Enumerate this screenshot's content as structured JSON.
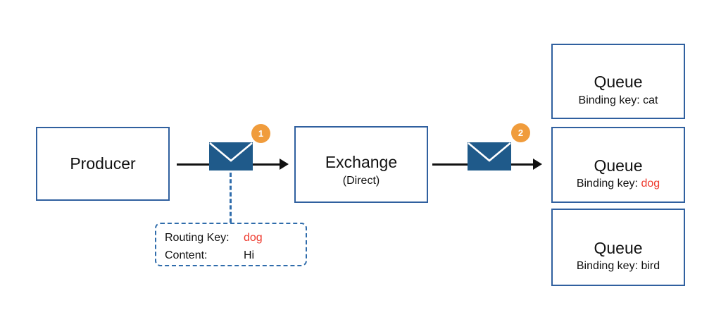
{
  "colors": {
    "box_border": "#30609f",
    "envelope_fill": "#1f5a8a",
    "badge_bg": "#f09c3c",
    "accent_red": "#ee3a2e",
    "dashed_blue": "#2f6cab",
    "line_black": "#111111"
  },
  "producer": {
    "label": "Producer"
  },
  "exchange": {
    "label": "Exchange",
    "sublabel": "(Direct)"
  },
  "messages": [
    {
      "badge": "1"
    },
    {
      "badge": "2"
    }
  ],
  "queues": [
    {
      "title": "Queue",
      "binding_label": "Binding key:",
      "binding_value": "cat",
      "value_style": "color:#111111"
    },
    {
      "title": "Queue",
      "binding_label": "Binding key:",
      "binding_value": "dog",
      "value_style": "color:#ee3a2e"
    },
    {
      "title": "Queue",
      "binding_label": "Binding key:",
      "binding_value": "bird",
      "value_style": "color:#111111"
    }
  ],
  "message_detail": {
    "rows": [
      {
        "label": "Routing Key:",
        "value": "dog",
        "value_style": "color:#ee3a2e"
      },
      {
        "label": "Content:",
        "value": "Hi",
        "value_style": "color:#111111"
      }
    ]
  }
}
